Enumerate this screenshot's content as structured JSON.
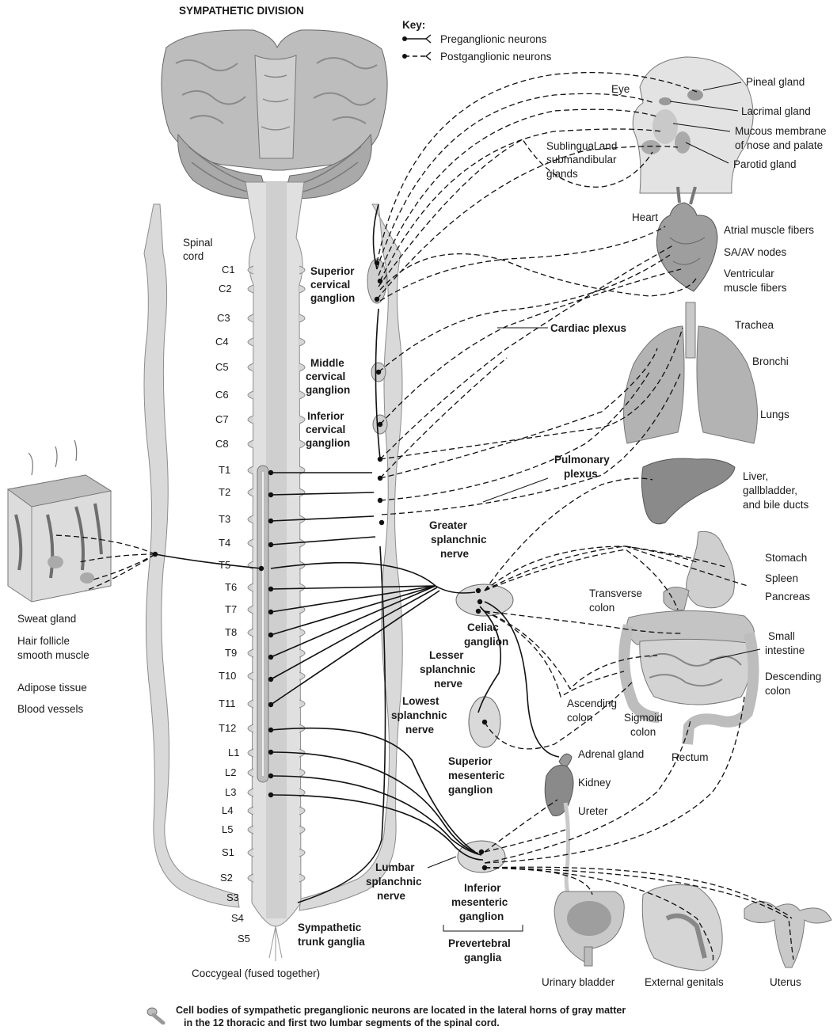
{
  "title": "SYMPATHETIC DIVISION",
  "key": {
    "heading": "Key:",
    "preganglionic": "Preganglionic neurons",
    "postganglionic": "Postganglionic neurons"
  },
  "spinal_cord_label": [
    "Spinal",
    "cord"
  ],
  "segments": [
    "C1",
    "C2",
    "C3",
    "C4",
    "C5",
    "C6",
    "C7",
    "C8",
    "T1",
    "T2",
    "T3",
    "T4",
    "T5",
    "T6",
    "T7",
    "T8",
    "T9",
    "T10",
    "T11",
    "T12",
    "L1",
    "L2",
    "L3",
    "L4",
    "L5",
    "S1",
    "S2",
    "S3",
    "S4",
    "S5"
  ],
  "ganglia_labels": {
    "superior_cervical": [
      "Superior",
      "cervical",
      "ganglion"
    ],
    "middle_cervical": [
      "Middle",
      "cervical",
      "ganglion"
    ],
    "inferior_cervical": [
      "Inferior",
      "cervical",
      "ganglion"
    ],
    "cardiac_plexus": "Cardiac plexus",
    "pulmonary_plexus": [
      "Pulmonary",
      "plexus"
    ],
    "greater_splanchnic": [
      "Greater",
      "splanchnic",
      "nerve"
    ],
    "celiac": [
      "Celiac",
      "ganglion"
    ],
    "lesser_splanchnic": [
      "Lesser",
      "splanchnic",
      "nerve"
    ],
    "lowest_splanchnic": [
      "Lowest",
      "splanchnic",
      "nerve"
    ],
    "superior_mesenteric": [
      "Superior",
      "mesenteric",
      "ganglion"
    ],
    "lumbar_splanchnic": [
      "Lumbar",
      "splanchnic",
      "nerve"
    ],
    "inferior_mesenteric": [
      "Inferior",
      "mesenteric",
      "ganglion"
    ],
    "prevertebral": [
      "Prevertebral",
      "ganglia"
    ],
    "sympathetic_trunk": [
      "Sympathetic",
      "trunk ganglia"
    ],
    "coccygeal": "Coccygeal (fused together)"
  },
  "skin_targets": [
    "Sweat gland",
    "Hair follicle",
    "smooth muscle",
    "Adipose tissue",
    "Blood vessels"
  ],
  "head_targets": {
    "pineal": "Pineal gland",
    "eye": "Eye",
    "lacrimal": "Lacrimal gland",
    "mucous": [
      "Mucous membrane",
      "of nose and palate"
    ],
    "parotid": "Parotid gland",
    "sublingual": [
      "Sublingual and",
      "submandibular",
      "glands"
    ]
  },
  "heart_targets": {
    "heart": "Heart",
    "atrial": "Atrial muscle fibers",
    "sa_av": "SA/AV nodes",
    "ventricular": [
      "Ventricular",
      "muscle fibers"
    ]
  },
  "lung_targets": {
    "trachea": "Trachea",
    "bronchi": "Bronchi",
    "lungs": "Lungs"
  },
  "liver_targets": [
    "Liver,",
    "gallbladder,",
    "and bile ducts"
  ],
  "abdominal_targets": {
    "stomach": "Stomach",
    "spleen": "Spleen",
    "pancreas": "Pancreas",
    "transverse": [
      "Transverse",
      "colon"
    ],
    "small_intestine": [
      "Small",
      "intestine"
    ],
    "descending": [
      "Descending",
      "colon"
    ],
    "ascending": [
      "Ascending",
      "colon"
    ],
    "sigmoid": [
      "Sigmoid",
      "colon"
    ],
    "rectum": "Rectum",
    "adrenal": "Adrenal gland",
    "kidney": "Kidney",
    "ureter": "Ureter"
  },
  "pelvic_targets": {
    "bladder": "Urinary bladder",
    "genitals": "External genitals",
    "uterus": "Uterus"
  },
  "footer": [
    "Cell bodies of sympathetic preganglionic neurons are located in the lateral horns of gray matter",
    "in the 12 thoracic and first two lumbar segments of the spinal cord."
  ]
}
